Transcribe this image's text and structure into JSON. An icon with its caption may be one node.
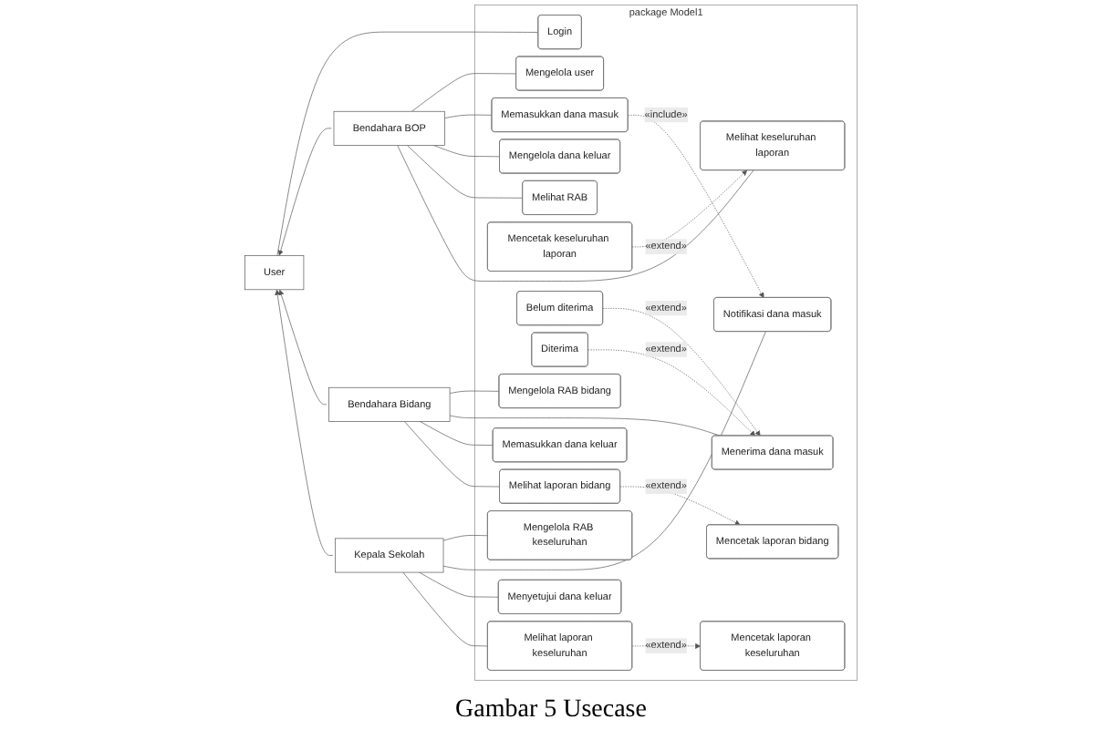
{
  "diagram": {
    "caption": "Gambar 5 Usecase",
    "nodes": [
      {
        "text": [
          "User"
        ]
      },
      {
        "text": [
          "Bendahara BOP"
        ]
      },
      {
        "text": [
          "Bendahara Bidang"
        ]
      },
      {
        "text": [
          "Kepala Sekolah"
        ]
      },
      {
        "text": [
          "package Model1"
        ]
      },
      {
        "text": [
          "Login"
        ],
        "in": 4
      },
      {
        "text": [
          "Mengelola user"
        ],
        "in": 4
      },
      {
        "text": [
          "Memasukkan dana masuk"
        ],
        "in": 4
      },
      {
        "text": [
          "Mengelola dana keluar"
        ],
        "in": 4
      },
      {
        "text": [
          "Melihat RAB"
        ],
        "in": 4
      },
      {
        "text": [
          "Melihat keseluruhan laporan"
        ],
        "in": 4
      },
      {
        "text": [
          "Mencetak keseluruhan laporan"
        ],
        "in": 4
      },
      {
        "text": [
          "Mengelola RAB bidang"
        ],
        "in": 4
      },
      {
        "text": [
          "Menerima dana masuk"
        ],
        "in": 4
      },
      {
        "text": [
          "Belum diterima"
        ],
        "in": 4
      },
      {
        "text": [
          "Diterima"
        ],
        "in": 4
      },
      {
        "text": [
          "Memasukkan dana keluar"
        ],
        "in": 4
      },
      {
        "text": [
          "Melihat laporan bidang"
        ],
        "in": 4
      },
      {
        "text": [
          "Mencetak laporan bidang"
        ],
        "in": 4
      },
      {
        "text": [
          "Mengelola RAB keseluruhan"
        ],
        "in": 4
      },
      {
        "text": [
          "Notifikasi dana masuk"
        ],
        "in": 4
      },
      {
        "text": [
          "Menyetujui dana keluar"
        ],
        "in": 4
      },
      {
        "text": [
          "Melihat laporan keseluruhan"
        ],
        "in": 4
      },
      {
        "text": [
          "Mencetak laporan keseluruhan"
        ],
        "in": 4
      }
    ],
    "edges": [
      {
        "from": 0,
        "to": 5,
        "arrow": "none"
      },
      {
        "from": 1,
        "to": 0,
        "arrow": "to"
      },
      {
        "from": 2,
        "to": 0,
        "arrow": "to"
      },
      {
        "from": 3,
        "to": 0,
        "arrow": "to"
      },
      {
        "from": 1,
        "to": 6,
        "arrow": "none"
      },
      {
        "from": 1,
        "to": 7,
        "arrow": "none"
      },
      {
        "from": 1,
        "to": 8,
        "arrow": "none"
      },
      {
        "from": 1,
        "to": 9,
        "arrow": "none"
      },
      {
        "from": 1,
        "to": 10,
        "arrow": "none"
      },
      {
        "from": 11,
        "to": 10,
        "arrow": "to",
        "style": "dashed",
        "label": "«extend»"
      },
      {
        "from": 7,
        "to": 20,
        "arrow": "to",
        "style": "dashed",
        "label": "«include»"
      },
      {
        "from": 2,
        "to": 12,
        "arrow": "none"
      },
      {
        "from": 2,
        "to": 13,
        "arrow": "none"
      },
      {
        "from": 2,
        "to": 16,
        "arrow": "none"
      },
      {
        "from": 2,
        "to": 17,
        "arrow": "none"
      },
      {
        "from": 14,
        "to": 13,
        "arrow": "to",
        "style": "dashed",
        "label": "«extend»"
      },
      {
        "from": 15,
        "to": 13,
        "arrow": "to",
        "style": "dashed",
        "label": "«extend»"
      },
      {
        "from": 17,
        "to": 18,
        "arrow": "to",
        "style": "dashed",
        "label": "«extend»"
      },
      {
        "from": 3,
        "to": 19,
        "arrow": "none"
      },
      {
        "from": 3,
        "to": 20,
        "arrow": "none"
      },
      {
        "from": 3,
        "to": 21,
        "arrow": "none"
      },
      {
        "from": 3,
        "to": 22,
        "arrow": "none"
      },
      {
        "from": 22,
        "to": 23,
        "arrow": "to",
        "style": "dashed",
        "label": "«extend»"
      }
    ]
  }
}
